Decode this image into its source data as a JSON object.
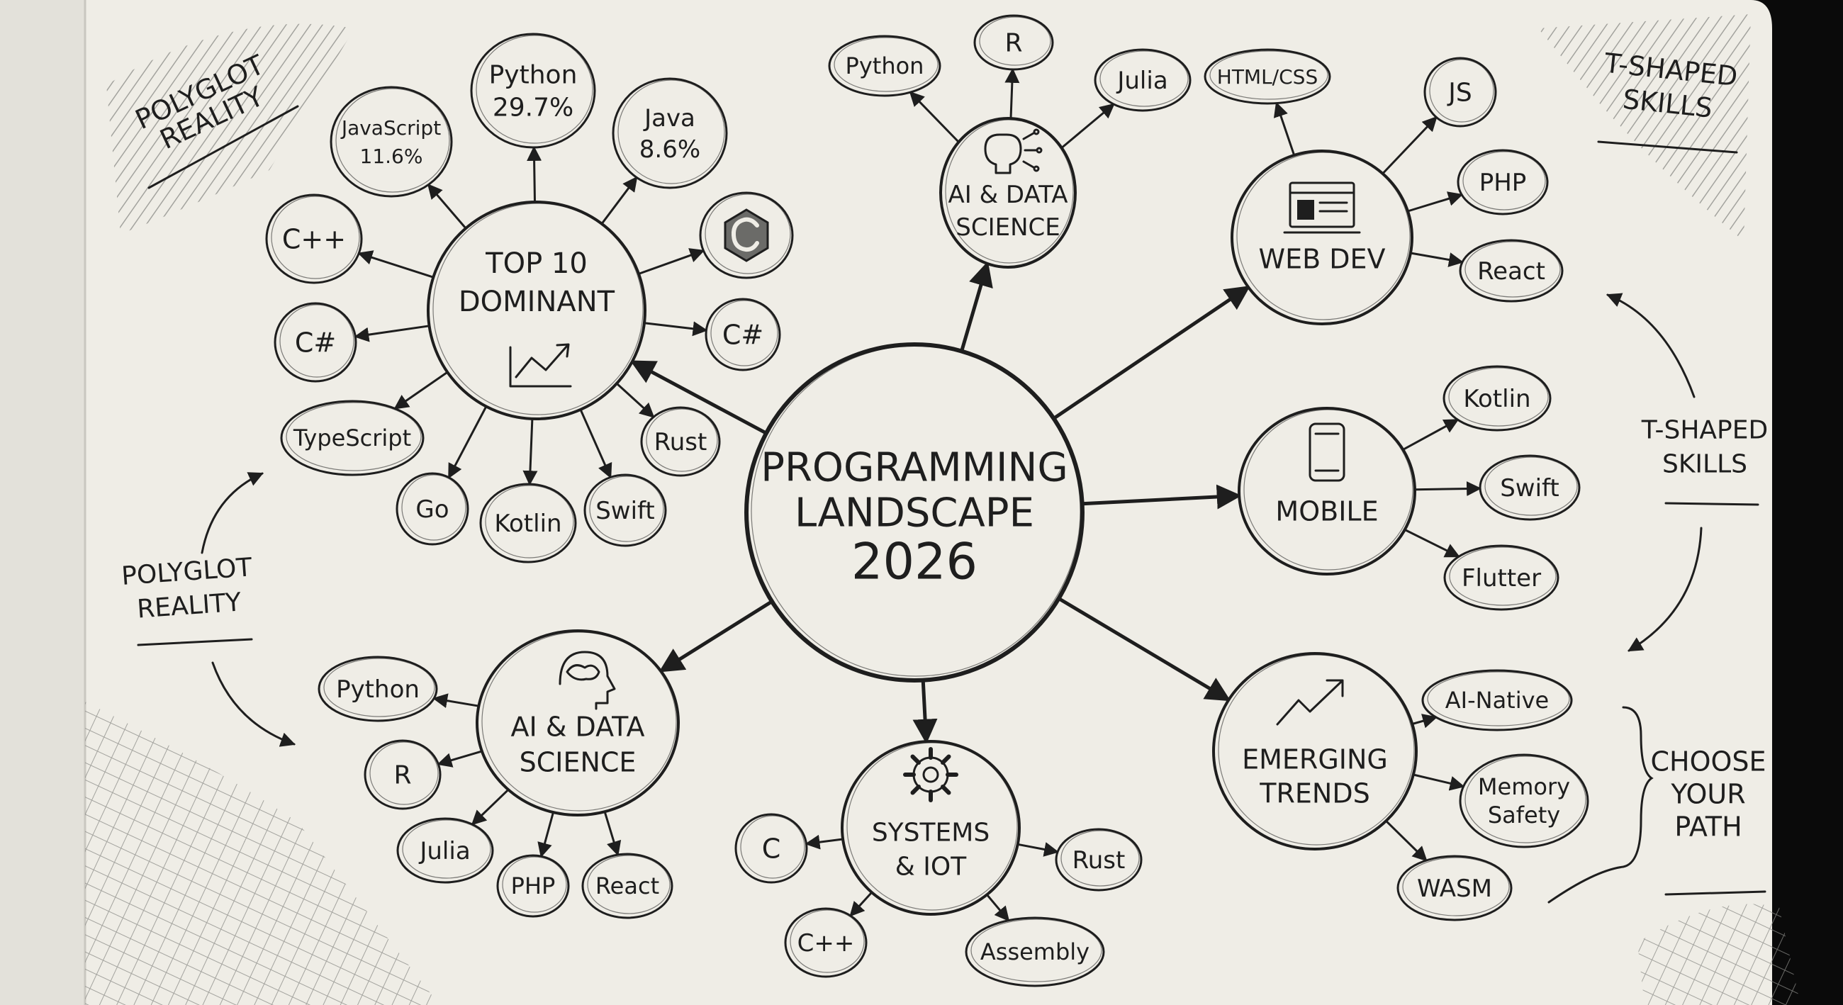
{
  "center": {
    "lines": [
      "PROGRAMMING",
      "LANDSCAPE",
      "2026"
    ]
  },
  "hubs": {
    "top10": {
      "lines": [
        "TOP 10",
        "DOMINANT"
      ],
      "icon": "trend-chart-icon"
    },
    "ai_top": {
      "lines": [
        "AI & DATA",
        "SCIENCE"
      ],
      "icon": "brain-circuit-icon"
    },
    "web": {
      "lines": [
        "WEB DEV"
      ],
      "icon": "browser-window-icon"
    },
    "mobile": {
      "lines": [
        "MOBILE"
      ],
      "icon": "smartphone-icon"
    },
    "emerging": {
      "lines": [
        "EMERGING",
        "TRENDS"
      ],
      "icon": "rising-arrow-icon"
    },
    "systems": {
      "lines": [
        "SYSTEMS",
        "& IOT"
      ],
      "icon": "gear-icon"
    },
    "ai_bottom": {
      "lines": [
        "AI & DATA",
        "SCIENCE"
      ],
      "icon": "head-brain-icon"
    }
  },
  "leaves": {
    "python_top10": {
      "lines": [
        "Python",
        "29.7%"
      ]
    },
    "javascript": {
      "lines": [
        "JavaScript",
        "11.6%"
      ]
    },
    "java": {
      "lines": [
        "Java",
        "8.6%"
      ]
    },
    "cpp_top10": {
      "lines": [
        "C++"
      ]
    },
    "c_logo": {
      "lines": [],
      "icon": "c-language-logo-icon"
    },
    "csharp_left": {
      "lines": [
        "C#"
      ]
    },
    "csharp_right": {
      "lines": [
        "C#"
      ]
    },
    "typescript": {
      "lines": [
        "TypeScript"
      ]
    },
    "rust_top10": {
      "lines": [
        "Rust"
      ]
    },
    "go": {
      "lines": [
        "Go"
      ]
    },
    "kotlin_top10": {
      "lines": [
        "Kotlin"
      ]
    },
    "swift_top10": {
      "lines": [
        "Swift"
      ]
    },
    "python_ai_top": {
      "lines": [
        "Python"
      ]
    },
    "r_ai_top": {
      "lines": [
        "R"
      ]
    },
    "julia_ai_top": {
      "lines": [
        "Julia"
      ]
    },
    "htmlcss": {
      "lines": [
        "HTML/CSS"
      ]
    },
    "js": {
      "lines": [
        "JS"
      ]
    },
    "php_web": {
      "lines": [
        "PHP"
      ]
    },
    "react_web": {
      "lines": [
        "React"
      ]
    },
    "kotlin_mobile": {
      "lines": [
        "Kotlin"
      ]
    },
    "swift_mobile": {
      "lines": [
        "Swift"
      ]
    },
    "flutter": {
      "lines": [
        "Flutter"
      ]
    },
    "ai_native": {
      "lines": [
        "AI-Native"
      ]
    },
    "memory_safety": {
      "lines": [
        "Memory",
        "Safety"
      ]
    },
    "wasm": {
      "lines": [
        "WASM"
      ]
    },
    "c_systems": {
      "lines": [
        "C"
      ]
    },
    "rust_systems": {
      "lines": [
        "Rust"
      ]
    },
    "cpp_systems": {
      "lines": [
        "C++"
      ]
    },
    "assembly": {
      "lines": [
        "Assembly"
      ]
    },
    "python_ai_bottom": {
      "lines": [
        "Python"
      ]
    },
    "r_ai_bottom": {
      "lines": [
        "R"
      ]
    },
    "julia_ai_bottom": {
      "lines": [
        "Julia"
      ]
    },
    "php_ai_bottom": {
      "lines": [
        "PHP"
      ]
    },
    "react_ai_bottom": {
      "lines": [
        "React"
      ]
    }
  },
  "notes": {
    "polyglot_corner": {
      "lines": [
        "POLYGLOT",
        "REALITY"
      ]
    },
    "tshaped_corner": {
      "lines": [
        "T-SHAPED",
        "SKILLS"
      ]
    },
    "polyglot_side": {
      "lines": [
        "POLYGLOT",
        "REALITY"
      ]
    },
    "tshaped_side": {
      "lines": [
        "T-SHAPED",
        "SKILLS"
      ]
    },
    "choose_path": {
      "lines": [
        "CHOOSE",
        "YOUR",
        "PATH"
      ]
    }
  },
  "colors": {
    "paper": "#efede6",
    "ink": "#1e1e1e",
    "hatch": "#8a8a86",
    "background": "#0a0a0a"
  }
}
